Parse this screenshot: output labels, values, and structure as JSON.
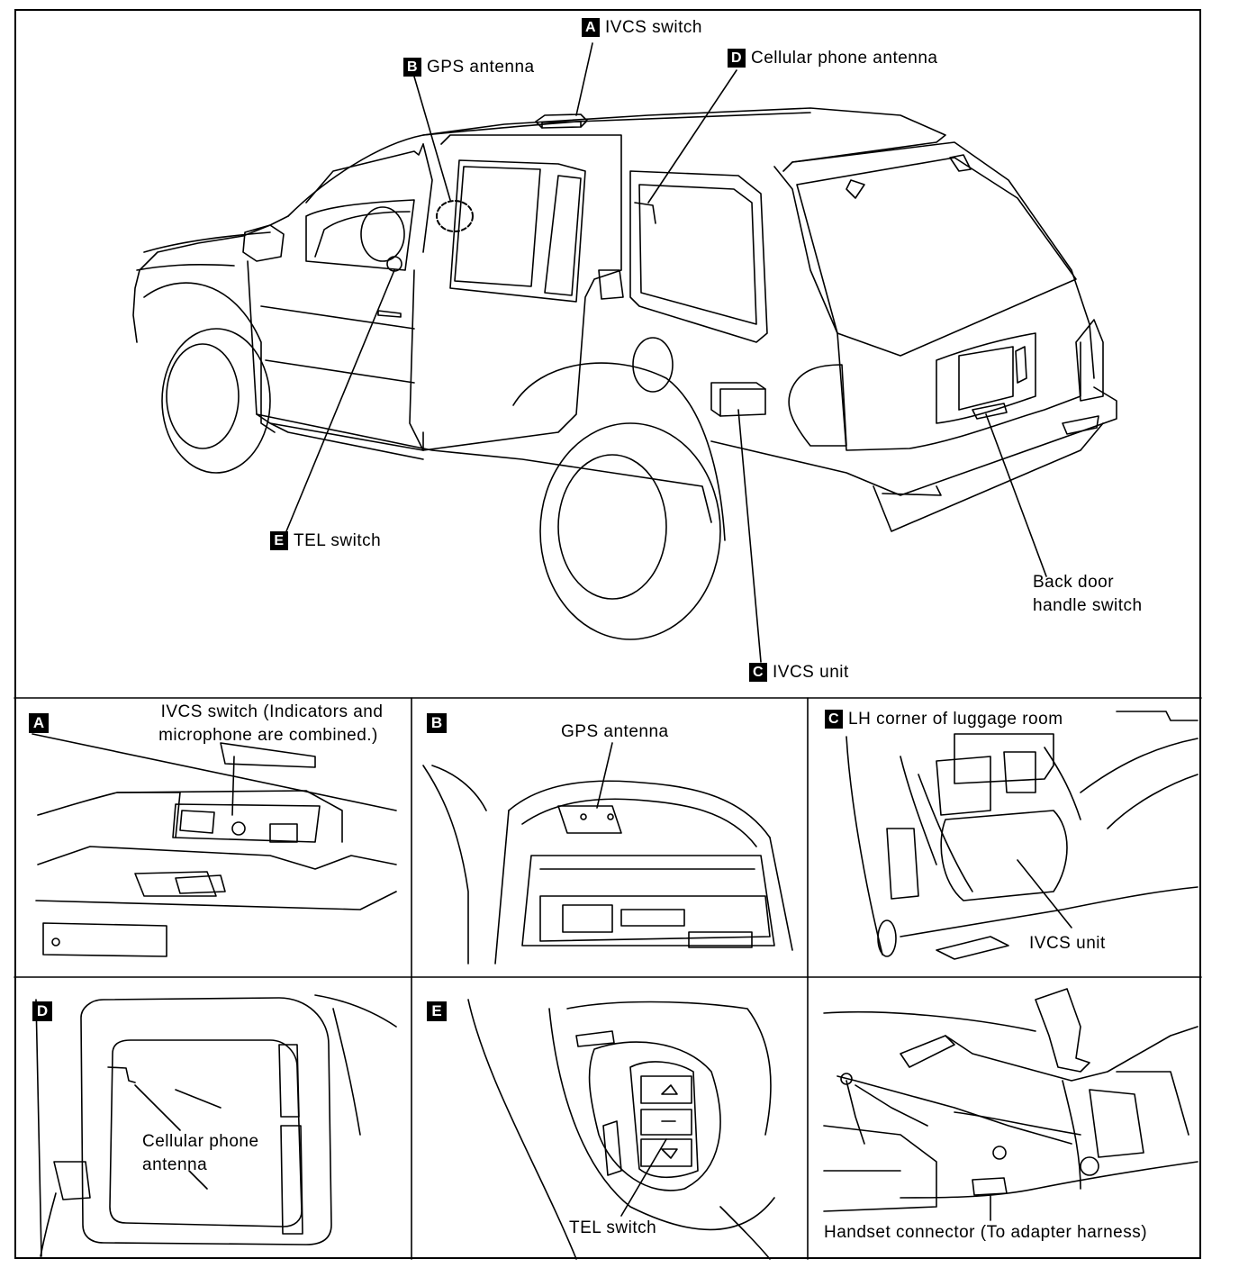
{
  "callouts": {
    "A": {
      "letter": "A",
      "text": "IVCS switch"
    },
    "B": {
      "letter": "B",
      "text": "GPS antenna"
    },
    "C": {
      "letter": "C",
      "text": "IVCS unit"
    },
    "D": {
      "letter": "D",
      "text": "Cellular phone antenna"
    },
    "E": {
      "letter": "E",
      "text": "TEL switch"
    },
    "back_door_line1": "Back door",
    "back_door_line2": "handle switch"
  },
  "panels": {
    "A": {
      "letter": "A",
      "line1": "IVCS switch (Indicators and",
      "line2": "microphone are combined.)"
    },
    "B": {
      "letter": "B",
      "caption": "GPS antenna"
    },
    "C": {
      "letter": "C",
      "caption": "LH corner of luggage room",
      "unit_label": "IVCS unit"
    },
    "D": {
      "letter": "D",
      "line1": "Cellular phone",
      "line2": "antenna"
    },
    "E": {
      "letter": "E",
      "caption": "TEL switch"
    },
    "F": {
      "caption": "Handset connector (To adapter harness)"
    }
  }
}
